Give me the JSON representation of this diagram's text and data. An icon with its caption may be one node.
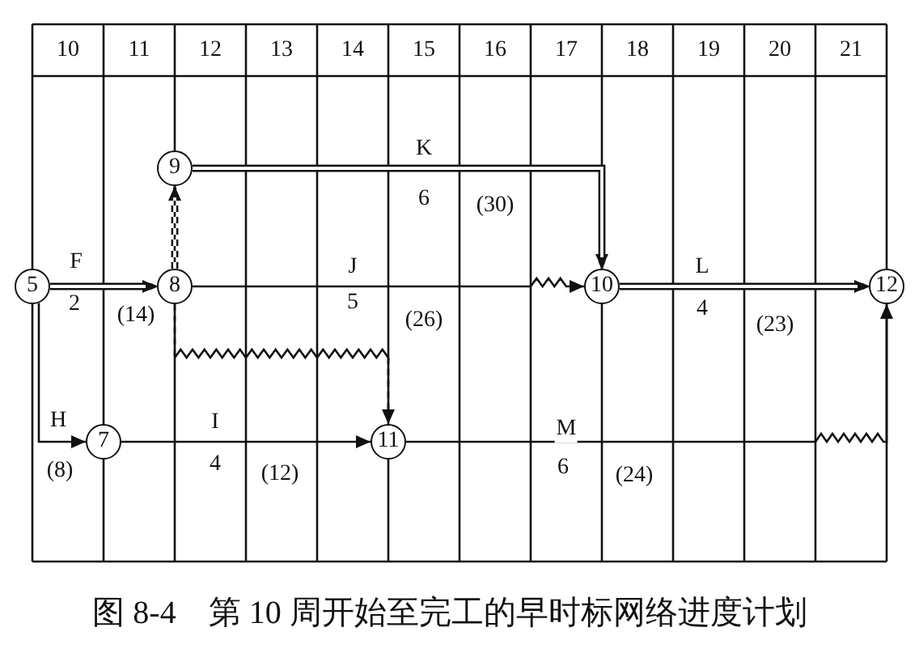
{
  "diagram": {
    "caption": "图 8-4　第 10 周开始至完工的早时标网络进度计划",
    "nodes": [
      {
        "text": [
          "9"
        ]
      },
      {
        "text": [
          "5"
        ]
      },
      {
        "text": [
          "8"
        ]
      },
      {
        "text": [
          "10"
        ]
      },
      {
        "text": [
          "12"
        ]
      },
      {
        "text": [
          "7"
        ]
      },
      {
        "text": [
          "11"
        ]
      }
    ],
    "edges": [
      {
        "from": 1,
        "to": 2,
        "arrow": "to",
        "label": "F",
        "style": "thick"
      },
      {
        "from": 1,
        "to": 5,
        "arrow": "to",
        "label": "H"
      },
      {
        "from": 2,
        "to": 0,
        "arrow": "to",
        "style": "dashed"
      },
      {
        "from": 2,
        "to": 3,
        "arrow": "to",
        "label": "J"
      },
      {
        "from": 2,
        "to": 6,
        "arrow": "to",
        "style": "dashed"
      },
      {
        "from": 0,
        "to": 3,
        "arrow": "to",
        "label": "K",
        "style": "thick"
      },
      {
        "from": 5,
        "to": 6,
        "arrow": "to",
        "label": "I"
      },
      {
        "from": 3,
        "to": 4,
        "arrow": "to",
        "label": "L",
        "style": "thick"
      },
      {
        "from": 6,
        "to": 4,
        "arrow": "to",
        "label": "M"
      }
    ],
    "labels": [
      "10",
      "11",
      "12",
      "13",
      "14",
      "15",
      "16",
      "17",
      "18",
      "19",
      "20",
      "21",
      "6",
      "(30)",
      "2",
      "(14)",
      "5",
      "(26)",
      "4",
      "(23)",
      "(8)",
      "4",
      "(12)",
      "6",
      "(24)"
    ]
  }
}
